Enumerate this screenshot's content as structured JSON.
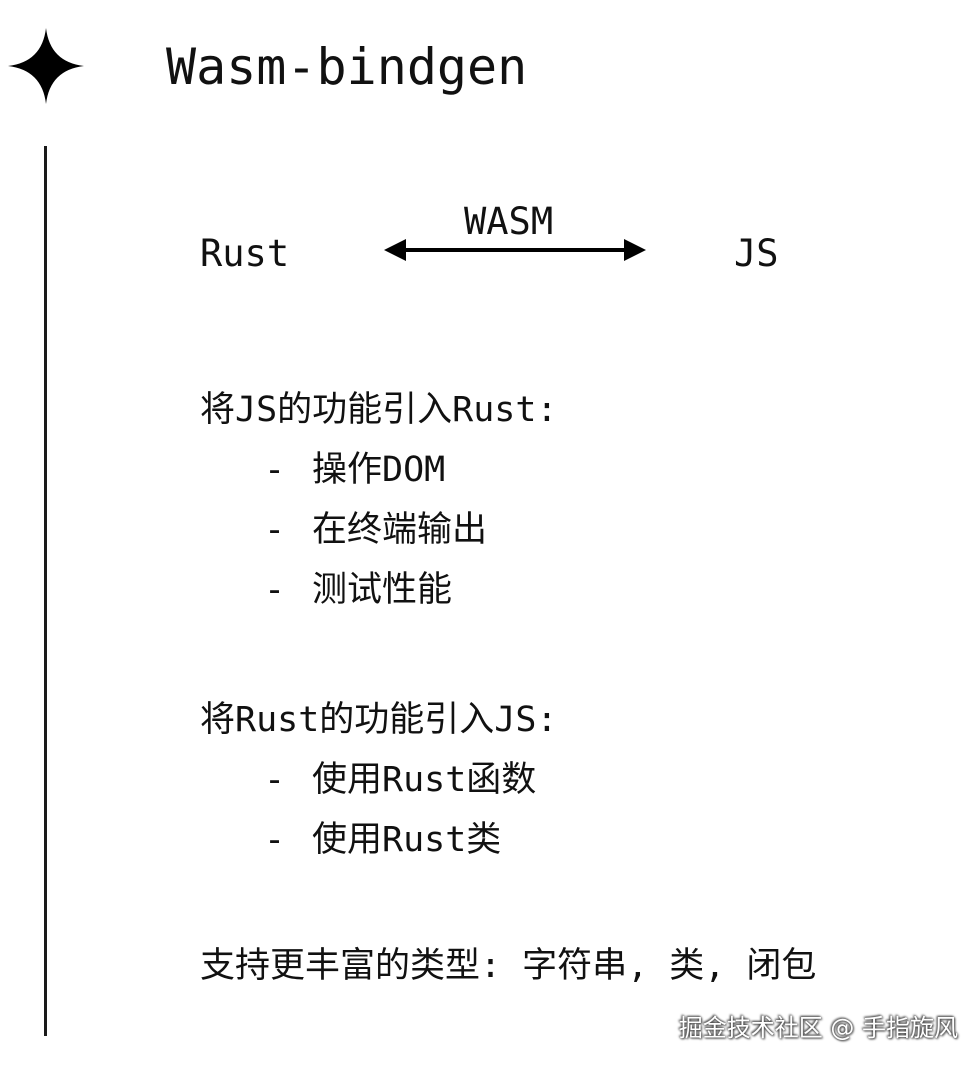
{
  "title": "Wasm-bindgen",
  "diagram": {
    "left_label": "Rust",
    "arrow_label": "WASM",
    "right_label": "JS"
  },
  "sections": [
    {
      "heading": "将JS的功能引入Rust:",
      "items": [
        "操作DOM",
        "在终端输出",
        "测试性能"
      ]
    },
    {
      "heading": "将Rust的功能引入JS:",
      "items": [
        "使用Rust函数",
        "使用Rust类"
      ]
    },
    {
      "heading": "支持更丰富的类型: 字符串, 类, 闭包",
      "items": []
    }
  ],
  "bullet_marker": "-",
  "watermark": "掘金技术社区 @ 手指旋风",
  "colors": {
    "text": "#111111",
    "background": "#ffffff"
  }
}
